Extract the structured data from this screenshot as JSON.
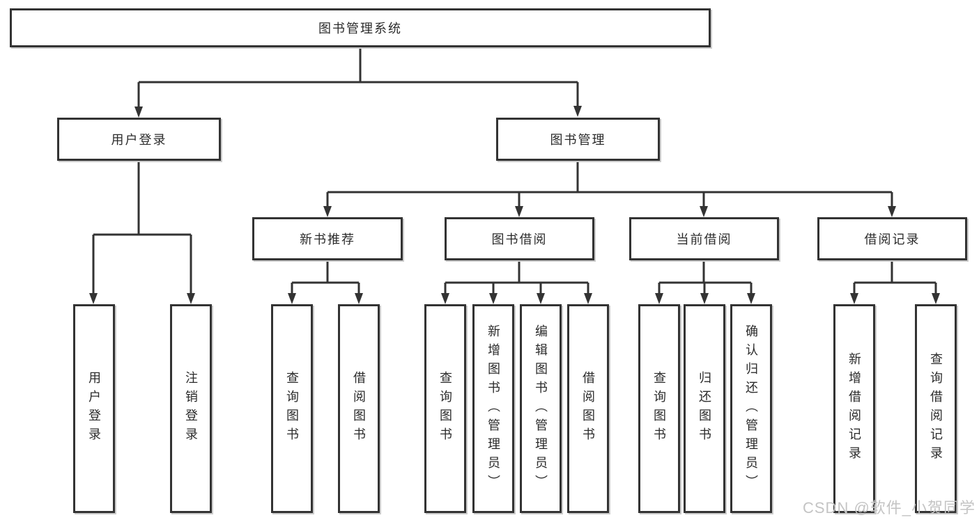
{
  "root": {
    "label": "图书管理系统"
  },
  "level2": [
    {
      "label": "用户登录"
    },
    {
      "label": "图书管理"
    }
  ],
  "level3": [
    {
      "label": "新书推荐"
    },
    {
      "label": "图书借阅"
    },
    {
      "label": "当前借阅"
    },
    {
      "label": "借阅记录"
    }
  ],
  "leaves": {
    "user_login": [
      "用户登录",
      "注销登录"
    ],
    "new_book": [
      "查询图书",
      "借阅图书"
    ],
    "book_borrow": [
      "查询图书",
      "新增图书（管理员）",
      "编辑图书（管理员）",
      "借阅图书"
    ],
    "current_borrow": [
      "查询图书",
      "归还图书",
      "确认归还（管理员）"
    ],
    "borrow_records": [
      "新增借阅记录",
      "查询借阅记录"
    ]
  },
  "watermark": "CSDN @软件_小贺同学",
  "colors": {
    "line": "#333333",
    "box_border": "#333333",
    "text": "#2b2b2b",
    "watermark": "#c4c4c4",
    "background": "#ffffff"
  }
}
